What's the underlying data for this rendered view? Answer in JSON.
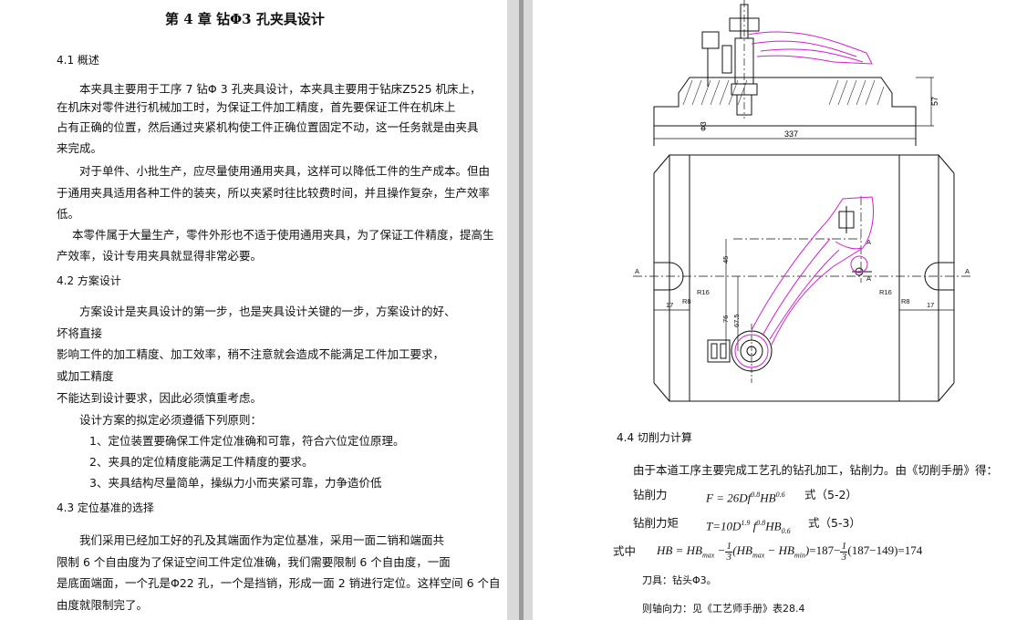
{
  "left": {
    "chapter_title": "第 4 章  钻Φ3 孔夹具设计",
    "s41": {
      "heading": "4.1 概述",
      "lines": [
        "本夹具主要用于工序 7 钻Φ 3 孔夹具设计，本夹具主要用于钻床Z525 机床上，",
        "在机床对零件进行机械加工时，为保证工件加工精度，首先要保证工件在机床上",
        "占有正确的位置，然后通过夹紧机构使工件正确位置固定不动，这一任务就是由夹具",
        "来完成。",
        "对于单件、小批生产，应尽量使用通用夹具，这样可以降低工件的生产成本。但由",
        "于通用夹具适用各种工件的装夹，所以夹紧时往比较费时间，并且操作复杂，生产效率",
        "低。",
        "本零件属于大量生产，零件外形也不适于使用通用夹具，为了保证工件精度，提高生",
        "产效率，设计专用夹具就显得非常必要。"
      ]
    },
    "s42": {
      "heading": "4.2 方案设计",
      "lines": [
        "方案设计是夹具设计的第一步，也是夹具设计关键的一步，方案设计的好、",
        "坏将直接",
        "影响工件的加工精度、加工效率，稍不注意就会造成不能满足工件加工要求，",
        "或加工精度",
        "不能达到设计要求，因此必须慎重考虑。",
        "设计方案的拟定必须遵循下列原则：",
        "1、定位装置要确保工件定位准确和可靠，符合六位定位原理。",
        "2、夹具的定位精度能满足工件精度的要求。",
        "3、夹具结构尽量简单，操纵力小而夹紧可靠，力争造价低"
      ]
    },
    "s43": {
      "heading": "4.3 定位基准的选择",
      "lines": [
        "我们采用已经加工好的孔及其端面作为定位基准，采用一面二销和端面共",
        "限制 6 个自由度为了保证空间工件定位准确，我们需要限制 6 个自由度，一面",
        "是底面端面，一个孔是Φ22 孔，一个是挡销，形成一面 2 销进行定位。这样空间 6 个自",
        "由度就限制完了。"
      ]
    }
  },
  "right": {
    "drawing": {
      "dim_width": "337",
      "dim_height": "57",
      "dim_left": "Ф3",
      "dim_17a": "17",
      "dim_17b": "17",
      "dim_R16a": "R16",
      "dim_R16b": "R16",
      "dim_R8a": "R8",
      "dim_R8b": "R8",
      "dim_A1": "A",
      "dim_A2": "A",
      "dim_A3": "A",
      "dim_A4": "A",
      "dim_45": "45",
      "dim_675": "67.5",
      "dim_76": "76"
    },
    "s44": {
      "heading": "4.4 切削力计算",
      "intro": "由于本道工序主要完成工艺孔的钻孔加工，钻削力。由《切削手册》得：",
      "f1_label": "钻削力",
      "f1_ref": "式（5-2）",
      "f2_label": "钻削力矩",
      "f2_ref": "式（5-3）",
      "f3_label": "式中",
      "f3_tail": "=187−",
      "f3_tail2": "(187−149)=174",
      "tool_line": "刀具：钻头Φ3。",
      "axial_line": "则轴向力：见《工艺师手册》表28.4"
    }
  }
}
